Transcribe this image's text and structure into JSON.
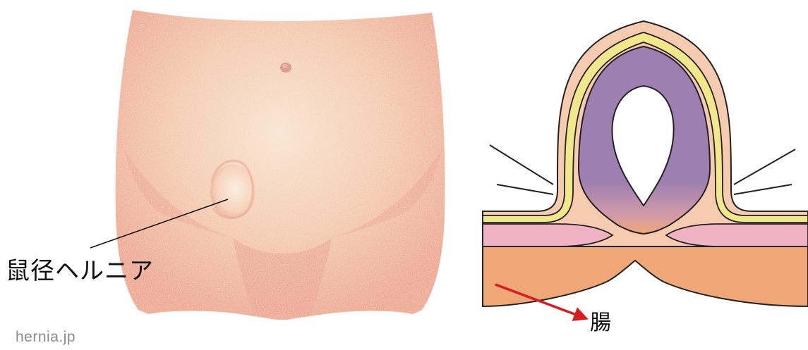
{
  "labels": {
    "inguinal_hernia": "鼠径ヘルニア",
    "intestine": "腸"
  },
  "watermark": "hernia.jp",
  "colors": {
    "skin_light": "#f6d2b4",
    "skin_mid": "#ef9f70",
    "skin_dark": "#e47a4a",
    "tissue_layer": "#f6cbb0",
    "fat_layer": "#f0a778",
    "peritoneum_yellow": "#f3e78c",
    "sac_purple": "#9d7fb1",
    "muscle_pink": "#efb3c5",
    "arrow_red": "#d61e1e",
    "outline": "#222222"
  }
}
